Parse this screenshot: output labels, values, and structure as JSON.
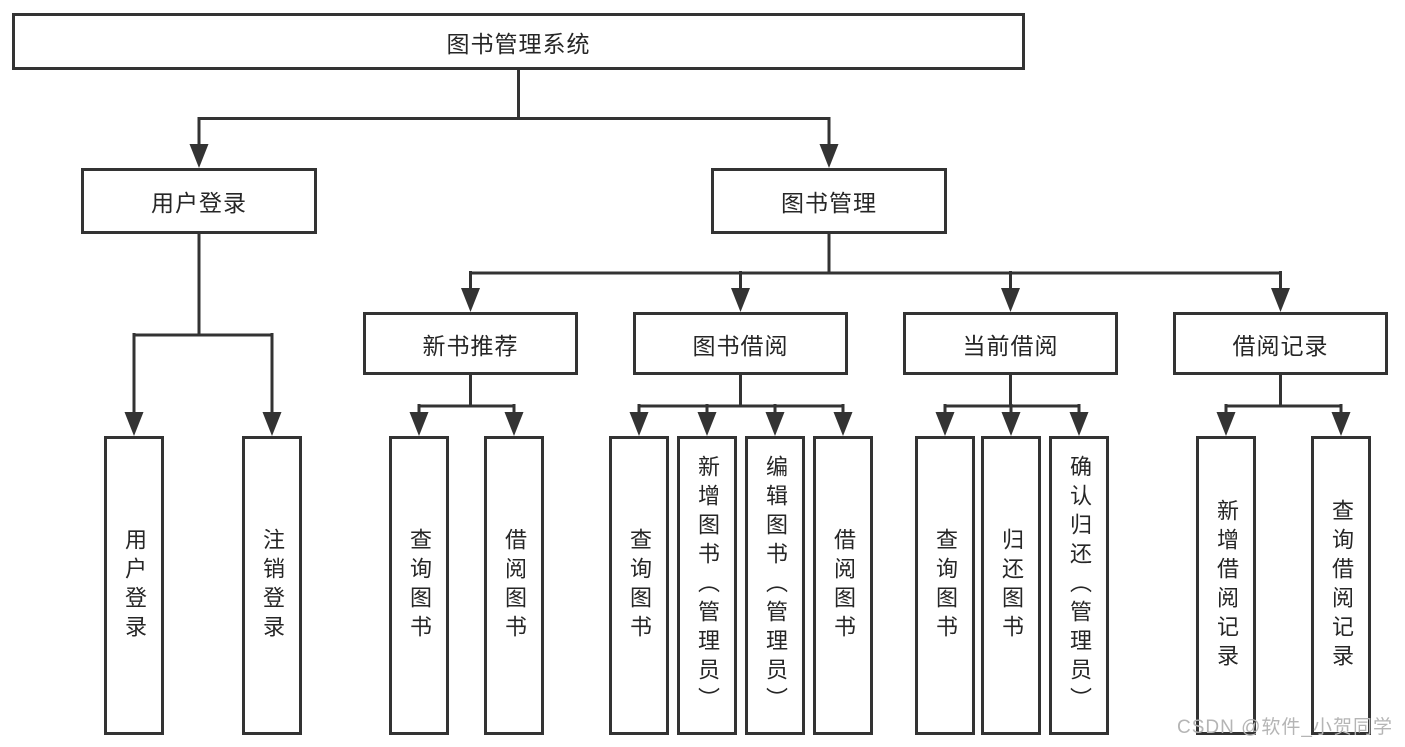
{
  "diagram": {
    "root": {
      "label": "图书管理系统"
    },
    "user_login": {
      "label": "用户登录",
      "children": [
        {
          "label": "用户登录"
        },
        {
          "label": "注销登录"
        }
      ]
    },
    "book_mgmt": {
      "label": "图书管理"
    },
    "new_books": {
      "label": "新书推荐",
      "children": [
        {
          "label": "查询图书"
        },
        {
          "label": "借阅图书"
        }
      ]
    },
    "book_borrow": {
      "label": "图书借阅",
      "children": [
        {
          "label": "查询图书"
        },
        {
          "label": "新增图书（管理员）"
        },
        {
          "label": "编辑图书（管理员）"
        },
        {
          "label": "借阅图书"
        }
      ]
    },
    "current_borrow": {
      "label": "当前借阅",
      "children": [
        {
          "label": "查询图书"
        },
        {
          "label": "归还图书"
        },
        {
          "label": "确认归还（管理员）"
        }
      ]
    },
    "borrow_records": {
      "label": "借阅记录",
      "children": [
        {
          "label": "新增借阅记录"
        },
        {
          "label": "查询借阅记录"
        }
      ]
    },
    "watermark": {
      "text": "CSDN @软件_小贺同学"
    },
    "colors": {
      "line": "#333333",
      "text": "#262626",
      "watermark": "#b5b5b5",
      "background": "#ffffff"
    }
  }
}
